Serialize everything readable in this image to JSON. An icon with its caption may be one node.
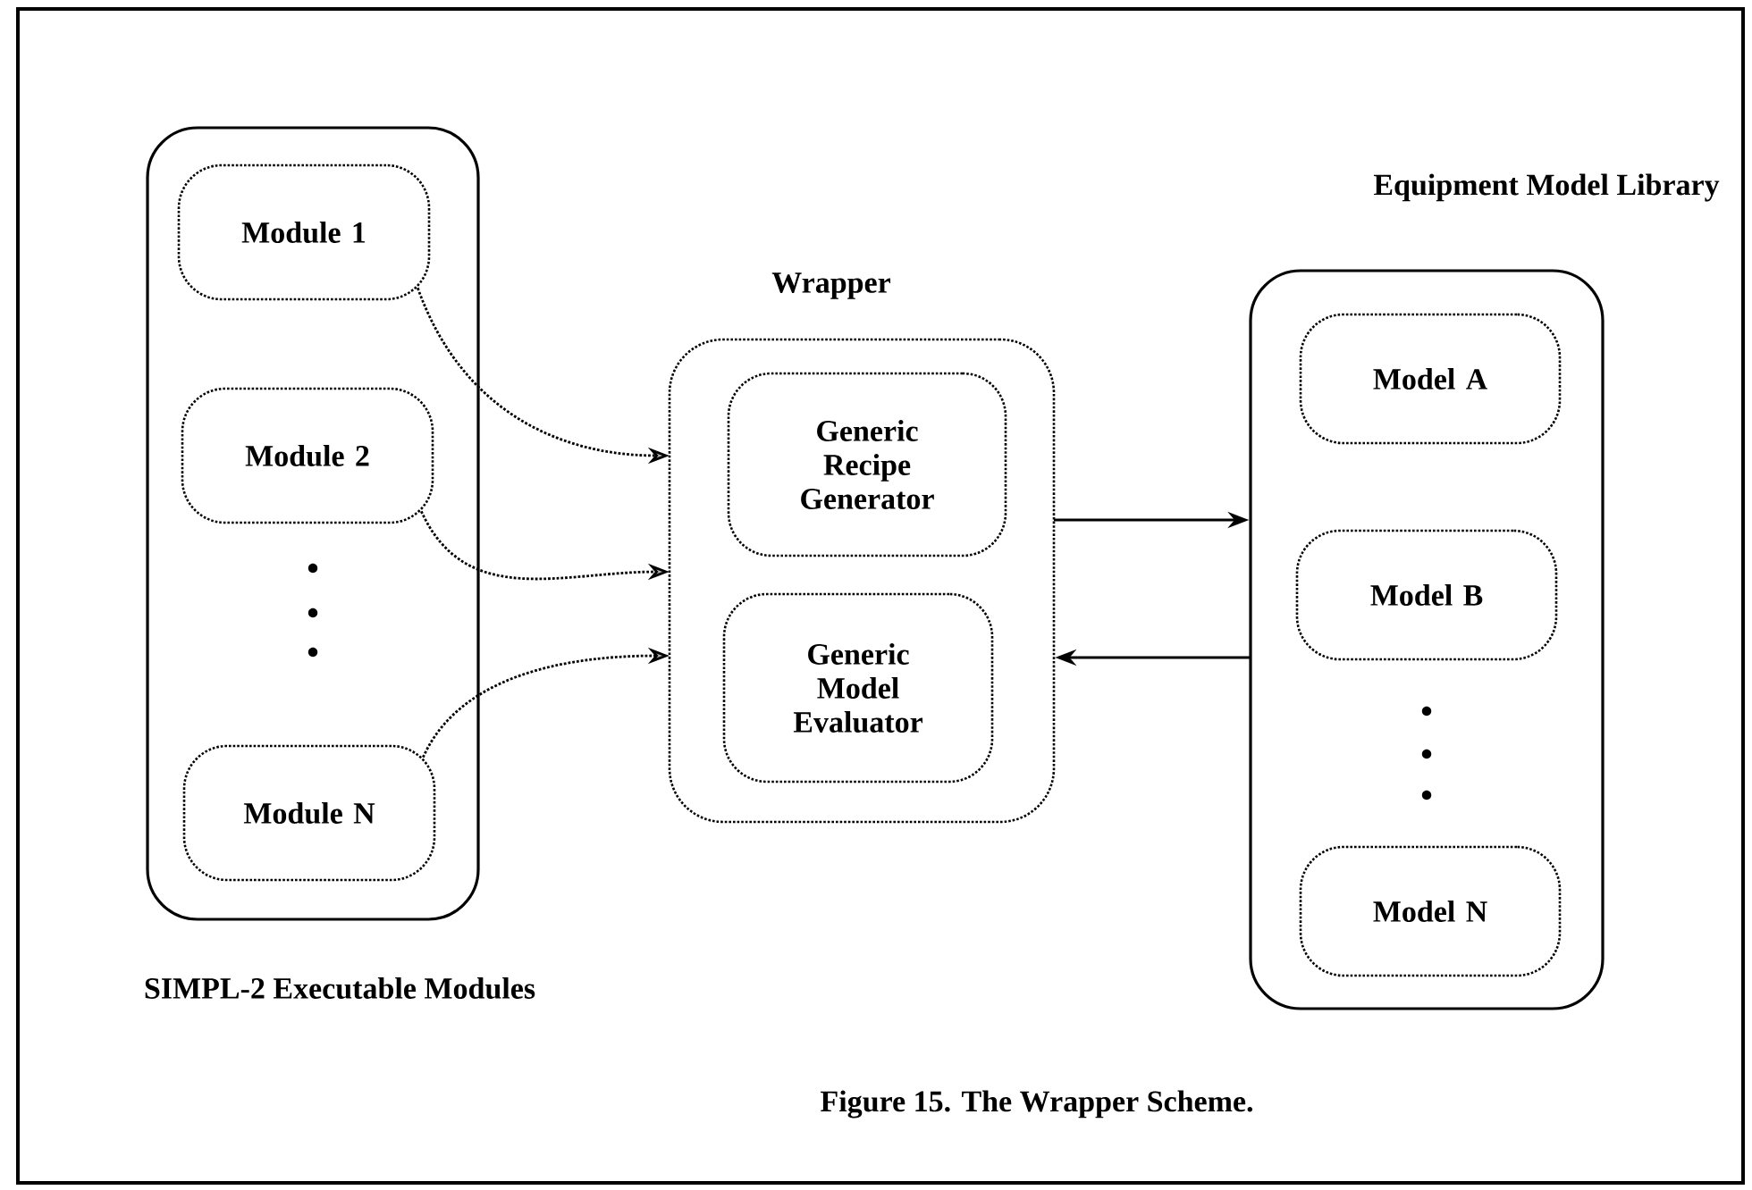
{
  "diagram": {
    "caption": "Figure 15. The Wrapper Scheme.",
    "nodes": [
      {
        "text": [
          "SIMPL-2 Executable Modules"
        ]
      },
      {
        "text": [
          "Module 1"
        ],
        "in": 0
      },
      {
        "text": [
          "Module 2"
        ],
        "in": 0
      },
      {
        "text": [
          "Module N"
        ],
        "in": 0
      },
      {
        "text": [
          "Wrapper"
        ]
      },
      {
        "text": [
          "Generic Recipe Generator"
        ],
        "in": 4
      },
      {
        "text": [
          "Generic Model Evaluator"
        ],
        "in": 4
      },
      {
        "text": [
          "Equipment Model Library"
        ]
      },
      {
        "text": [
          "Model A"
        ],
        "in": 7
      },
      {
        "text": [
          "Model B"
        ],
        "in": 7
      },
      {
        "text": [
          "Model N"
        ],
        "in": 7
      }
    ],
    "edges": [
      {
        "from": 1,
        "to": 4,
        "arrow": "to",
        "style": "dashed"
      },
      {
        "from": 2,
        "to": 4,
        "arrow": "to",
        "style": "dashed"
      },
      {
        "from": 3,
        "to": 4,
        "arrow": "to",
        "style": "dashed"
      },
      {
        "from": 4,
        "to": 7,
        "arrow": "to"
      },
      {
        "from": 7,
        "to": 4,
        "arrow": "to"
      }
    ]
  }
}
